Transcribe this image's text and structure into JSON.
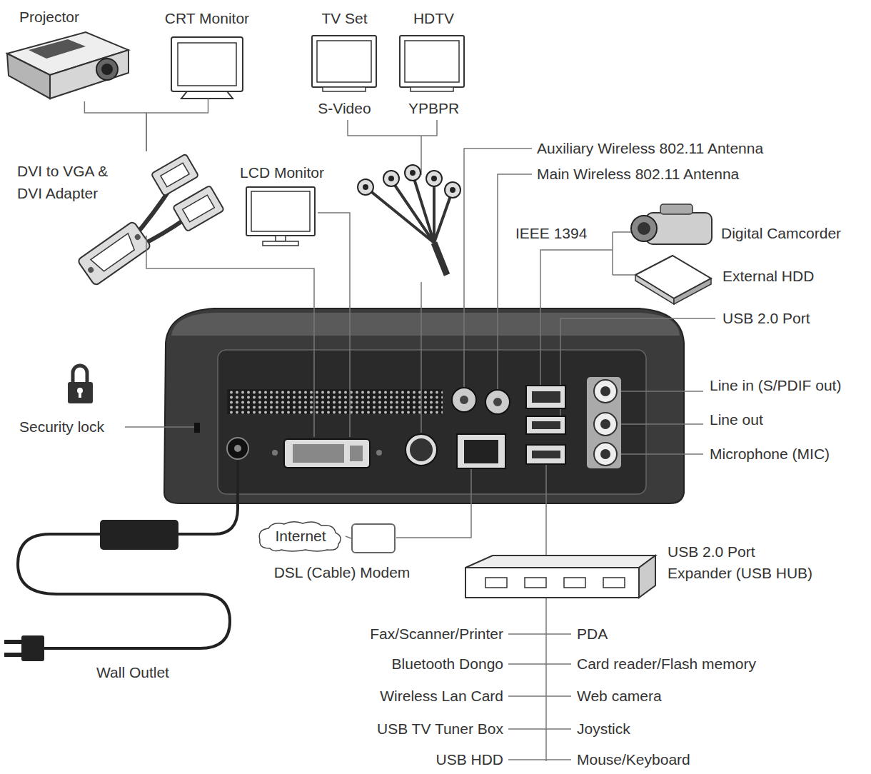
{
  "diagram": {
    "nodes": [
      {
        "text": [
          "Projector"
        ]
      },
      {
        "text": [
          "CRT Monitor"
        ]
      },
      {
        "text": [
          "TV Set",
          "S-Video"
        ]
      },
      {
        "text": [
          "HDTV",
          "YPBPR"
        ]
      },
      {
        "text": [
          "DVI to VGA & DVI Adapter"
        ]
      },
      {
        "text": [
          "LCD Monitor"
        ]
      },
      {
        "text": [
          "Digital Camcorder"
        ]
      },
      {
        "text": [
          "External HDD"
        ]
      },
      {
        "text": [
          "Internet"
        ]
      },
      {
        "text": [
          "DSL (Cable) Modem"
        ]
      },
      {
        "text": [
          "USB 2.0 Port Expander (USB HUB)"
        ]
      }
    ],
    "edges": [
      {
        "from": 0,
        "to": 4,
        "arrow": "none"
      },
      {
        "from": 1,
        "to": 4,
        "arrow": "none"
      },
      {
        "from": 8,
        "to": 9,
        "arrow": "none"
      }
    ],
    "labels": [
      "Auxiliary Wireless 802.11 Antenna",
      "Main Wireless 802.11 Antenna",
      "IEEE 1394",
      "USB 2.0 Port",
      "Line in (S/PDIF out)",
      "Line out",
      "Microphone (MIC)",
      "Security lock",
      "Wall Outlet",
      "Fax/Scanner/Printer",
      "PDA",
      "Bluetooth Dongo",
      "Card reader/Flash memory",
      "Wireless Lan Card",
      "Web camera",
      "USB TV Tuner Box",
      "Joystick",
      "USB HDD",
      "Mouse/Keyboard"
    ]
  }
}
